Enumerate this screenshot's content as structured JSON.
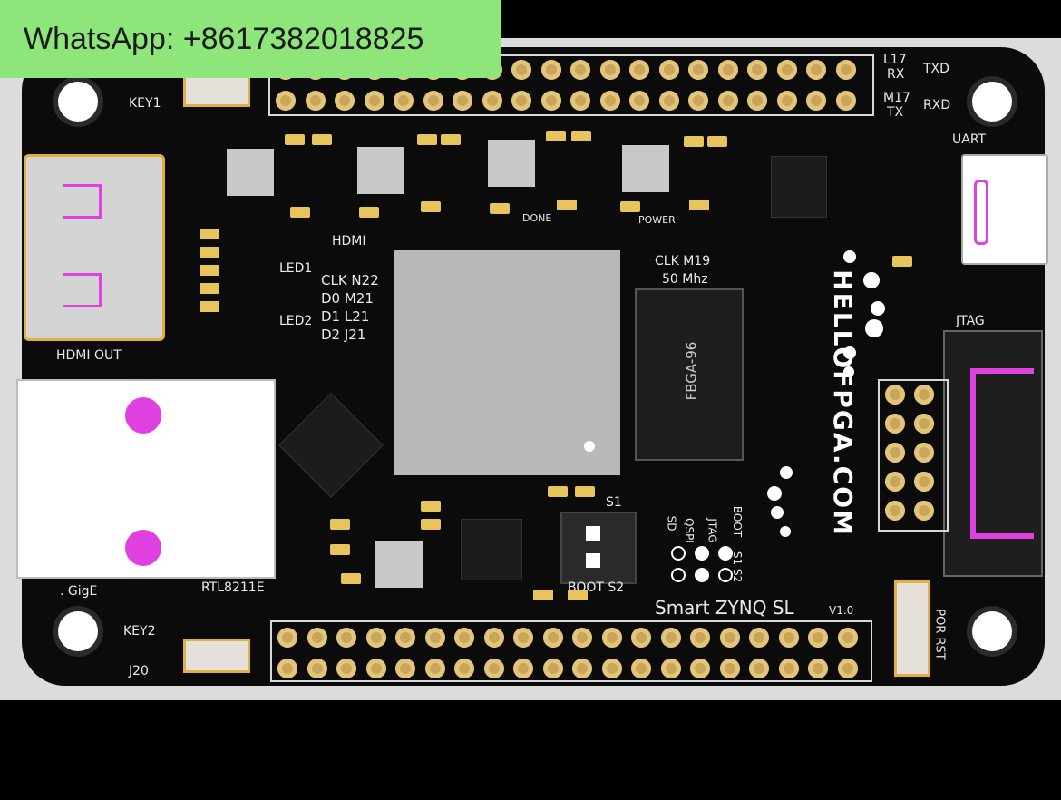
{
  "overlay": {
    "contact": "WhatsApp: +8617382018825"
  },
  "board": {
    "labels": {
      "key1": "KEY1",
      "key2": "KEY2",
      "j20": "J20",
      "hdmi_out": "HDMI OUT",
      "gige": ". GigE",
      "rtl": "RTL8211E",
      "led1": "LED1",
      "led2": "LED2",
      "hdmi": "HDMI",
      "hdmi_clk": "CLK N22",
      "hdmi_d0": "D0  M21",
      "hdmi_d1": "D1  L21",
      "hdmi_d2": "D2  J21",
      "done": "DONE",
      "power": "POWER",
      "clk": "CLK M19",
      "clk_freq": "50 Mhz",
      "fbga": "FBGA-96",
      "brand": "HELLOFPGA.COM",
      "uart": "UART",
      "l17": "L17",
      "rx": "RX",
      "txd": "TXD",
      "m17": "M17",
      "tx": "TX",
      "rxd": "RXD",
      "jtag": "JTAG",
      "s1": "S1",
      "boot_s2": "BOOT S2",
      "sd": "SD",
      "qspi": "QSPI",
      "jtag_col": "JTAG",
      "boot": "BOOT",
      "s1s2": "S1 S2",
      "model": "Smart  ZYNQ  SL",
      "version": "V1.0",
      "por_rst": "POR RST"
    }
  },
  "colors": {
    "pcb": "#0b0b0b",
    "pad": "#c9a55a",
    "silk": "#eaeaea",
    "accent": "#e040e0",
    "overlay": "#8ee57a"
  }
}
